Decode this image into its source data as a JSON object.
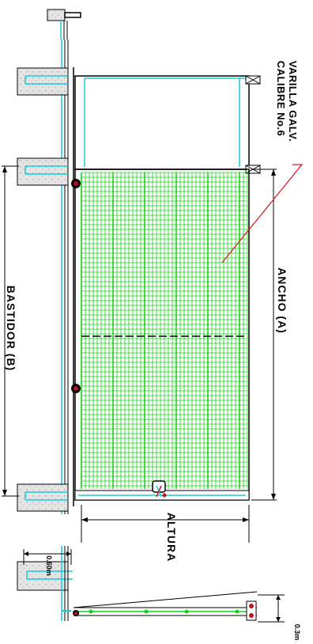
{
  "labels": {
    "wire_line1": "VARILLA GALV.",
    "wire_line2": "CALIBRE No.6",
    "width": "ANCHO  (A)",
    "frame": "BASTIDOR  (B)",
    "height": "ALTURA",
    "dim_top": "0.60m",
    "dim_bottom": "0.3m"
  },
  "colors": {
    "grating": "#19d119",
    "rail": "#19c8d6",
    "outline": "#000000",
    "leader": "#e0101c",
    "bolt": "#c0101c",
    "concrete": "#d9d9d9"
  }
}
